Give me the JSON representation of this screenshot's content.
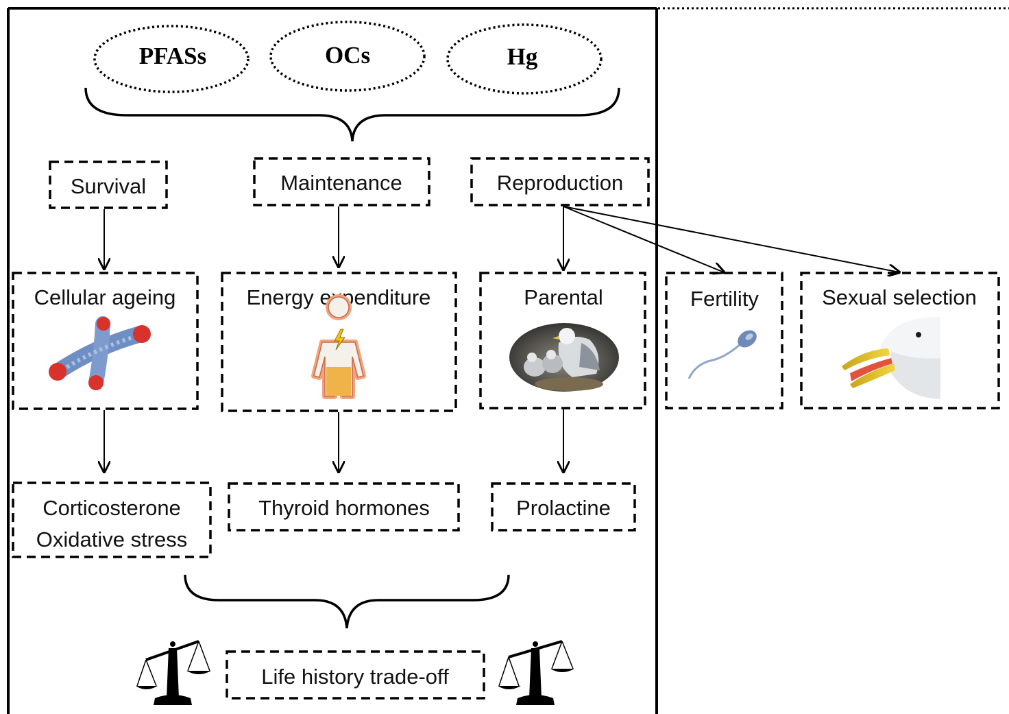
{
  "contaminants": [
    "PFASs",
    "OCs",
    "Hg"
  ],
  "traits": {
    "survival": "Survival",
    "maintenance": "Maintenance",
    "reproduction": "Reproduction"
  },
  "processes": {
    "cellular_ageing": "Cellular ageing",
    "energy_expenditure": "Energy expenditure",
    "parental": "Parental",
    "fertility": "Fertility",
    "sexual_selection": "Sexual selection"
  },
  "mediators": {
    "corticosterone": "Corticosterone",
    "oxidative_stress": "Oxidative stress",
    "thyroid_hormones": "Thyroid hormones",
    "prolactine": "Prolactine"
  },
  "outcome": "Life history trade-off",
  "icons": [
    "chromosome-icon",
    "human-body-energy-icon",
    "kittiwake-nest-icon",
    "sperm-cell-icon",
    "gull-head-icon",
    "balance-scale-icon"
  ],
  "colors": {
    "line": "#000000",
    "chromosome": "#6f8fc4",
    "telomere": "#d8322a",
    "body_glow": "#f3a27c",
    "body_legs": "#f0b34a"
  }
}
